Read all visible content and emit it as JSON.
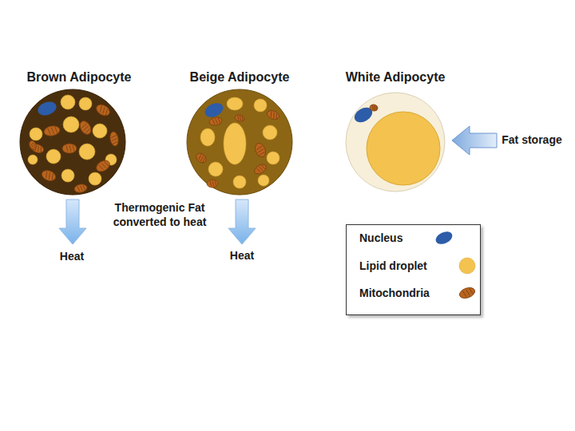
{
  "diagram": {
    "nodes": [
      {
        "text": [
          "Brown Adipocyte"
        ]
      },
      {
        "text": [
          "Beige Adipocyte"
        ]
      },
      {
        "text": [
          "White Adipocyte"
        ]
      }
    ],
    "labels": [
      "Thermogenic Fat converted to heat",
      "Heat",
      "Heat",
      "Fat storage"
    ],
    "legend": [
      {
        "text": "Nucleus"
      },
      {
        "text": "Lipid droplet"
      },
      {
        "text": "Mitochondria"
      }
    ]
  }
}
